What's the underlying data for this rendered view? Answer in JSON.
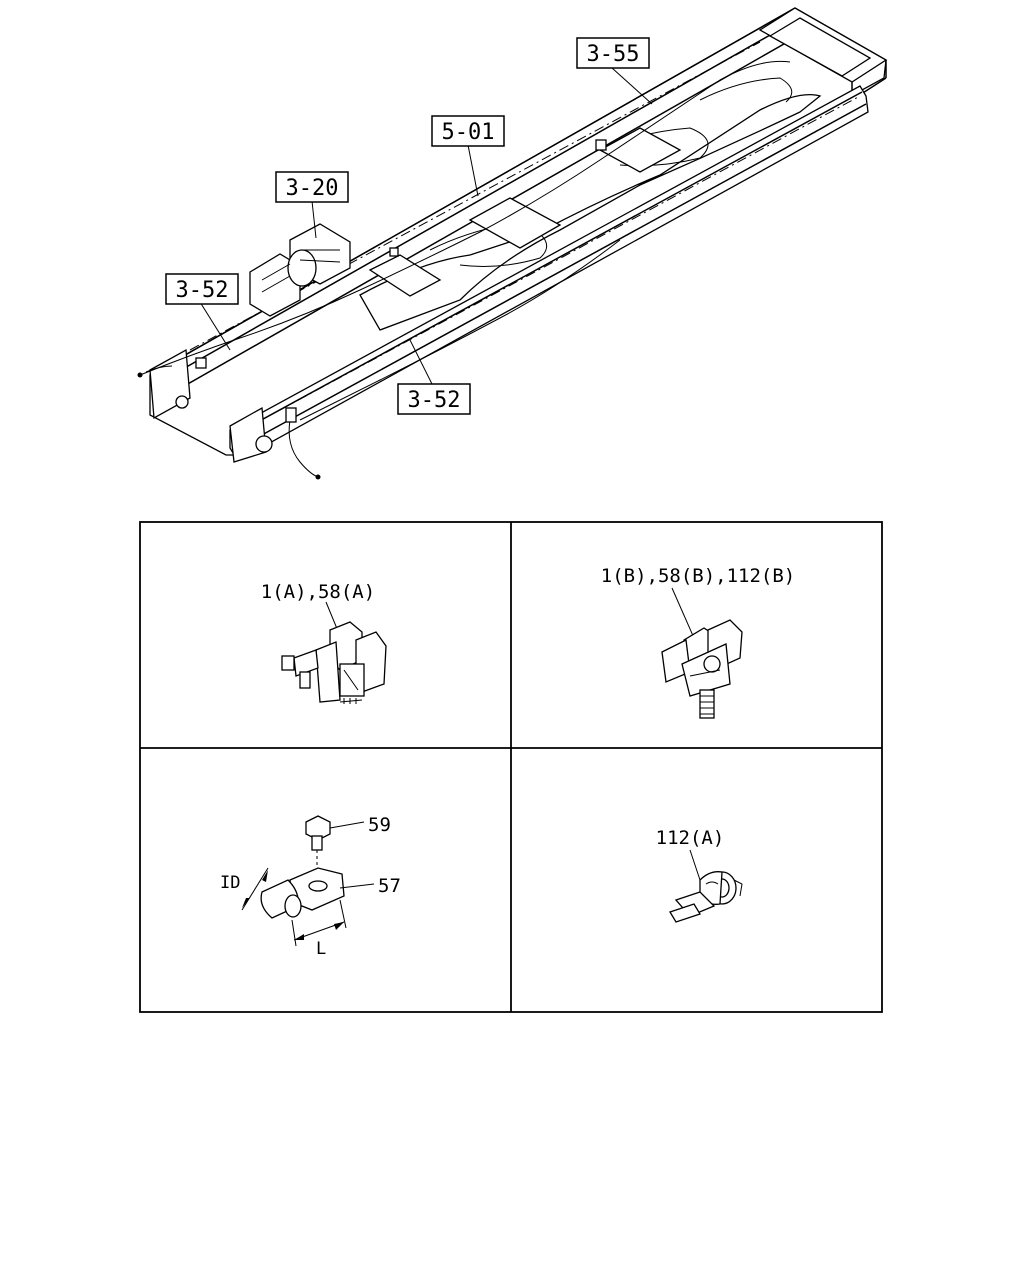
{
  "callouts": {
    "c355": "3-55",
    "c501": "5-01",
    "c320": "3-20",
    "c352_left": "3-52",
    "c352_right": "3-52"
  },
  "details": {
    "panel_a_label": "1(A),58(A)",
    "panel_b_label": "1(B),58(B),112(B)",
    "panel_c_bolt": "59",
    "panel_c_clip": "57",
    "panel_c_dim_id": "ID",
    "panel_c_dim_l": "L",
    "panel_d_label": "112(A)"
  }
}
